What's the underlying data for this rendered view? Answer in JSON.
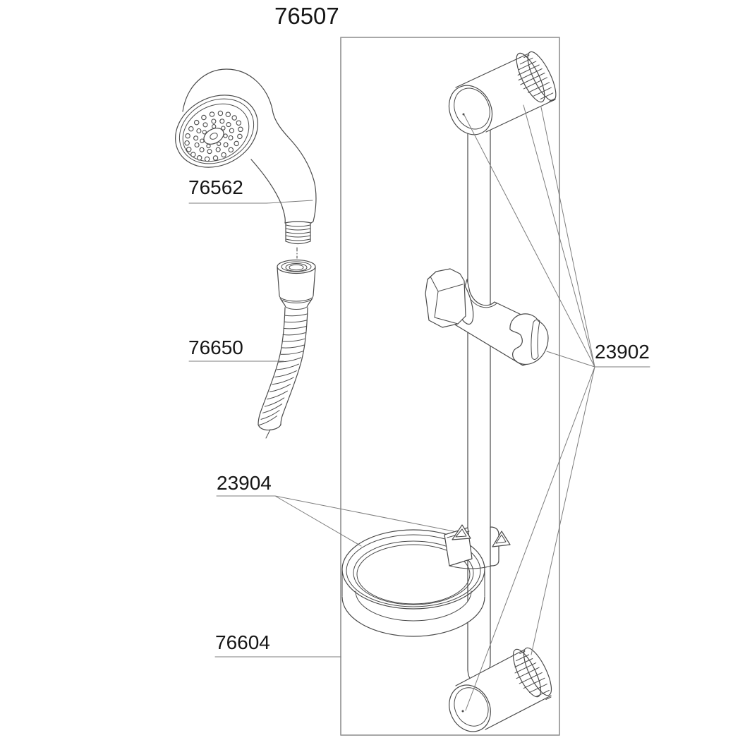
{
  "colors": {
    "background": "#ffffff",
    "line": "#4a4a4a",
    "leader": "#7d7d7d",
    "frame_box": "#9c9c9c",
    "text": "#161616"
  },
  "labels": {
    "title": "76507",
    "hand_shower": "76562",
    "hose": "76650",
    "bracket_set": "23902",
    "holder_ring": "23904",
    "slide_bar": "76604"
  }
}
